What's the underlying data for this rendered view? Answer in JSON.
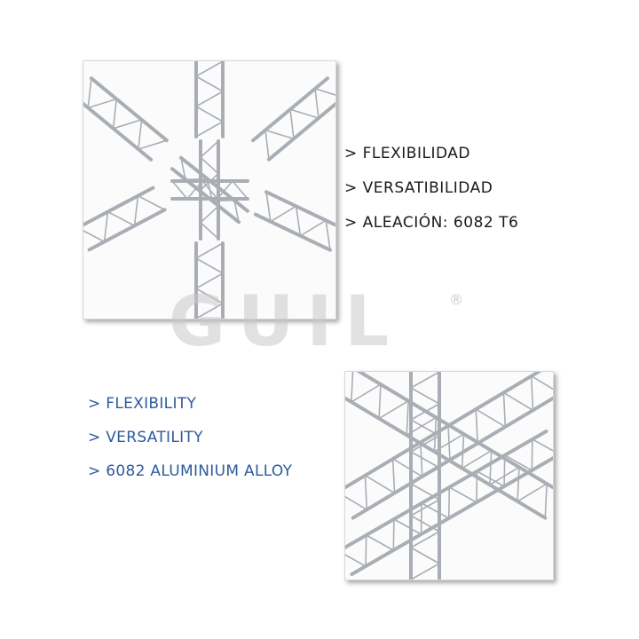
{
  "spanish_features": [
    "> FLEXIBILIDAD",
    "> VERSATIBILIDAD",
    "> ALEACIÓN: 6082 T6"
  ],
  "english_features": [
    "> FLEXIBILITY",
    "> VERSATILITY",
    "> 6082 ALUMINIUM ALLOY"
  ],
  "watermark": "GUIL",
  "registered_mark": "®",
  "colors": {
    "spanish_text": "#1a1a1a",
    "english_text": "#2d5c9c",
    "truss": "#b8bcc2"
  }
}
